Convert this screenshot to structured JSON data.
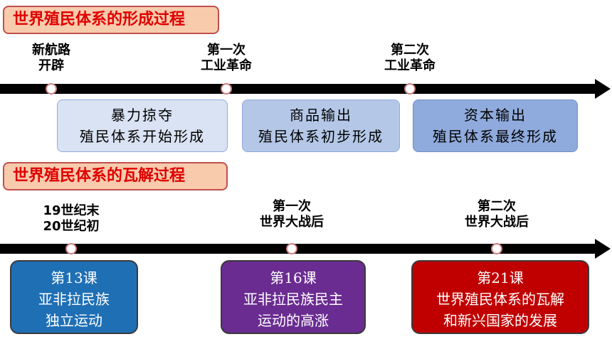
{
  "section1": {
    "title": "世界殖民体系的形成过程",
    "milestones": [
      {
        "line1": "新航路",
        "line2": "开辟"
      },
      {
        "line1": "第一次",
        "line2": "工业革命"
      },
      {
        "line1": "第二次",
        "line2": "工业革命"
      }
    ],
    "stages": [
      {
        "line1": "暴力掠夺",
        "line2": "殖民体系开始形成"
      },
      {
        "line1": "商品输出",
        "line2": "殖民体系初步形成"
      },
      {
        "line1": "资本输出",
        "line2": "殖民体系最终形成"
      }
    ]
  },
  "section2": {
    "title": "世界殖民体系的瓦解过程",
    "milestones": [
      {
        "line1": "19世纪末",
        "line2": "20世纪初"
      },
      {
        "line1": "第一次",
        "line2": "世界大战后"
      },
      {
        "line1": "第二次",
        "line2": "世界大战后"
      }
    ],
    "lessons": [
      {
        "line1": "第13课",
        "line2": "亚非拉民族",
        "line3": "独立运动"
      },
      {
        "line1": "第16课",
        "line2": "亚非拉民族民主",
        "line3": "运动的高涨"
      },
      {
        "line1": "第21课",
        "line2": "世界殖民体系的瓦解",
        "line3": "和新兴国家的发展"
      }
    ]
  },
  "colors": {
    "title_text": "#e00000",
    "title_bg": "#f8cbad",
    "lesson1": "#1f6fb5",
    "lesson2": "#6a2c91",
    "lesson3": "#c00000"
  }
}
